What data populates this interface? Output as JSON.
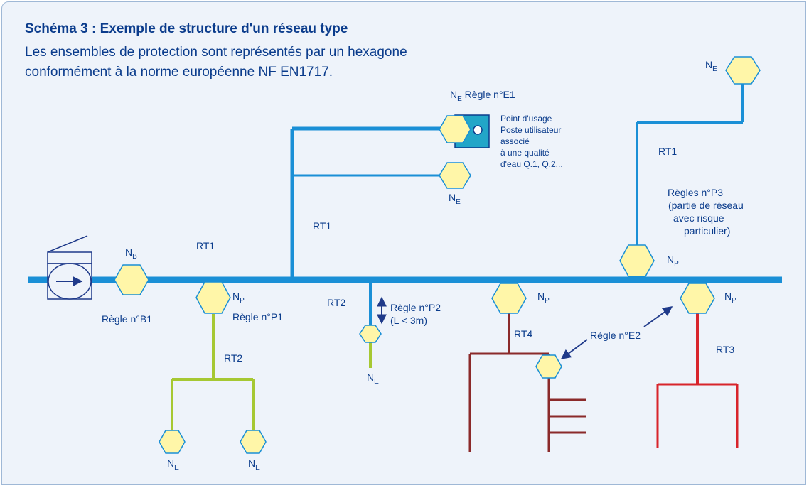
{
  "heading": {
    "title": "Schéma 3 : Exemple de structure d'un réseau type",
    "subtitle": "Les ensembles de protection sont représentés par un hexagone conformément à la norme européenne NF EN1717."
  },
  "colors": {
    "background": "#eef3fa",
    "border": "#9fb8d6",
    "text": "#0b3c8c",
    "main_pipe": "#1a8fd6",
    "rt2_pipe": "#a6c832",
    "rt4_pipe": "#8b2a2a",
    "rt3_pipe": "#d8242b",
    "hexagon_fill": "#fff6a8",
    "hexagon_stroke": "#1a8fd6",
    "usage_box": "#22a6c8"
  },
  "protection_hexagons": {
    "ne_top_right": {
      "main": "N",
      "sub": "E"
    },
    "ne_rule_e1": {
      "main": "N",
      "sub": "E",
      "suffix": " Règle n°E1"
    },
    "ne_branch": {
      "main": "N",
      "sub": "E"
    },
    "nb_pump": {
      "main": "N",
      "sub": "B"
    },
    "np_p1": {
      "main": "N",
      "sub": "P"
    },
    "np_p3": {
      "main": "N",
      "sub": "P"
    },
    "ne_p2": {
      "main": "N",
      "sub": "E"
    },
    "np_rt4": {
      "main": "N",
      "sub": "P"
    },
    "np_rt3": {
      "main": "N",
      "sub": "P"
    },
    "ne_left": {
      "main": "N",
      "sub": "E"
    },
    "ne_right": {
      "main": "N",
      "sub": "E"
    }
  },
  "network_labels": {
    "rt1_upper_right": "RT1",
    "rt1_center": "RT1",
    "rt1_left": "RT1",
    "rt2_center": "RT2",
    "rt2_lower": "RT2",
    "rt4": "RT4",
    "rt3": "RT3"
  },
  "rules": {
    "b1": "Règle n°B1",
    "p1": "Règle n°P1",
    "p2": [
      "Règle n°P2",
      "(L < 3m)"
    ],
    "p3": [
      "Règles n°P3",
      "(partie de réseau",
      "avec risque",
      "particulier)"
    ],
    "e2": "Règle n°E2"
  },
  "usage_point_text": [
    "Point d'usage",
    "Poste utilisateur",
    "associé",
    "à une qualité",
    "d'eau Q.1, Q.2..."
  ]
}
